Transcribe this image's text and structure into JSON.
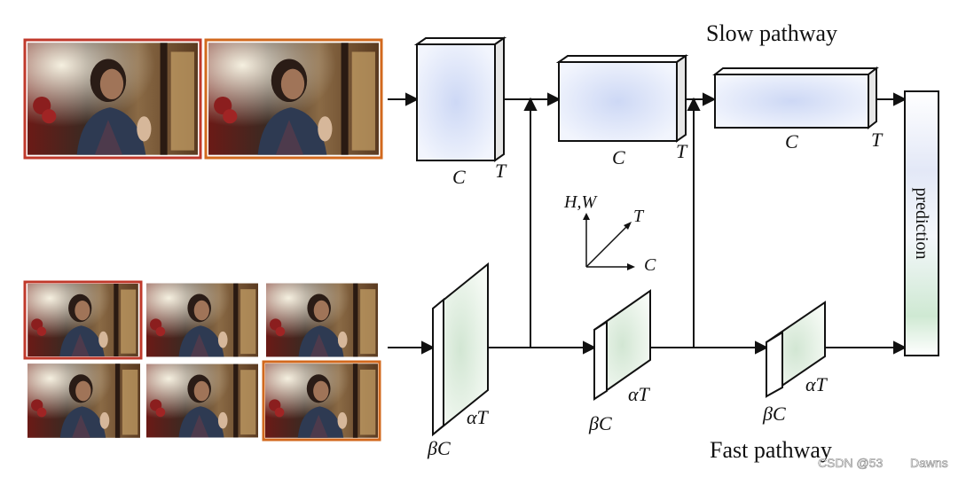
{
  "labels": {
    "slow_pathway": "Slow pathway",
    "fast_pathway": "Fast pathway",
    "prediction": "prediction",
    "slow_c": "C",
    "slow_t": "T",
    "fast_bc": "βC",
    "fast_at": "αT",
    "axis_hw": "H,W",
    "axis_t": "T",
    "axis_c": "C"
  },
  "watermark": {
    "left": "CSDN @53",
    "right": "Dawns"
  },
  "colors": {
    "slow_block": "#d3dcf6",
    "fast_block": "#dbe9da",
    "frame_red": "#c0392b",
    "frame_orange": "#d2691e",
    "line": "#111111"
  }
}
